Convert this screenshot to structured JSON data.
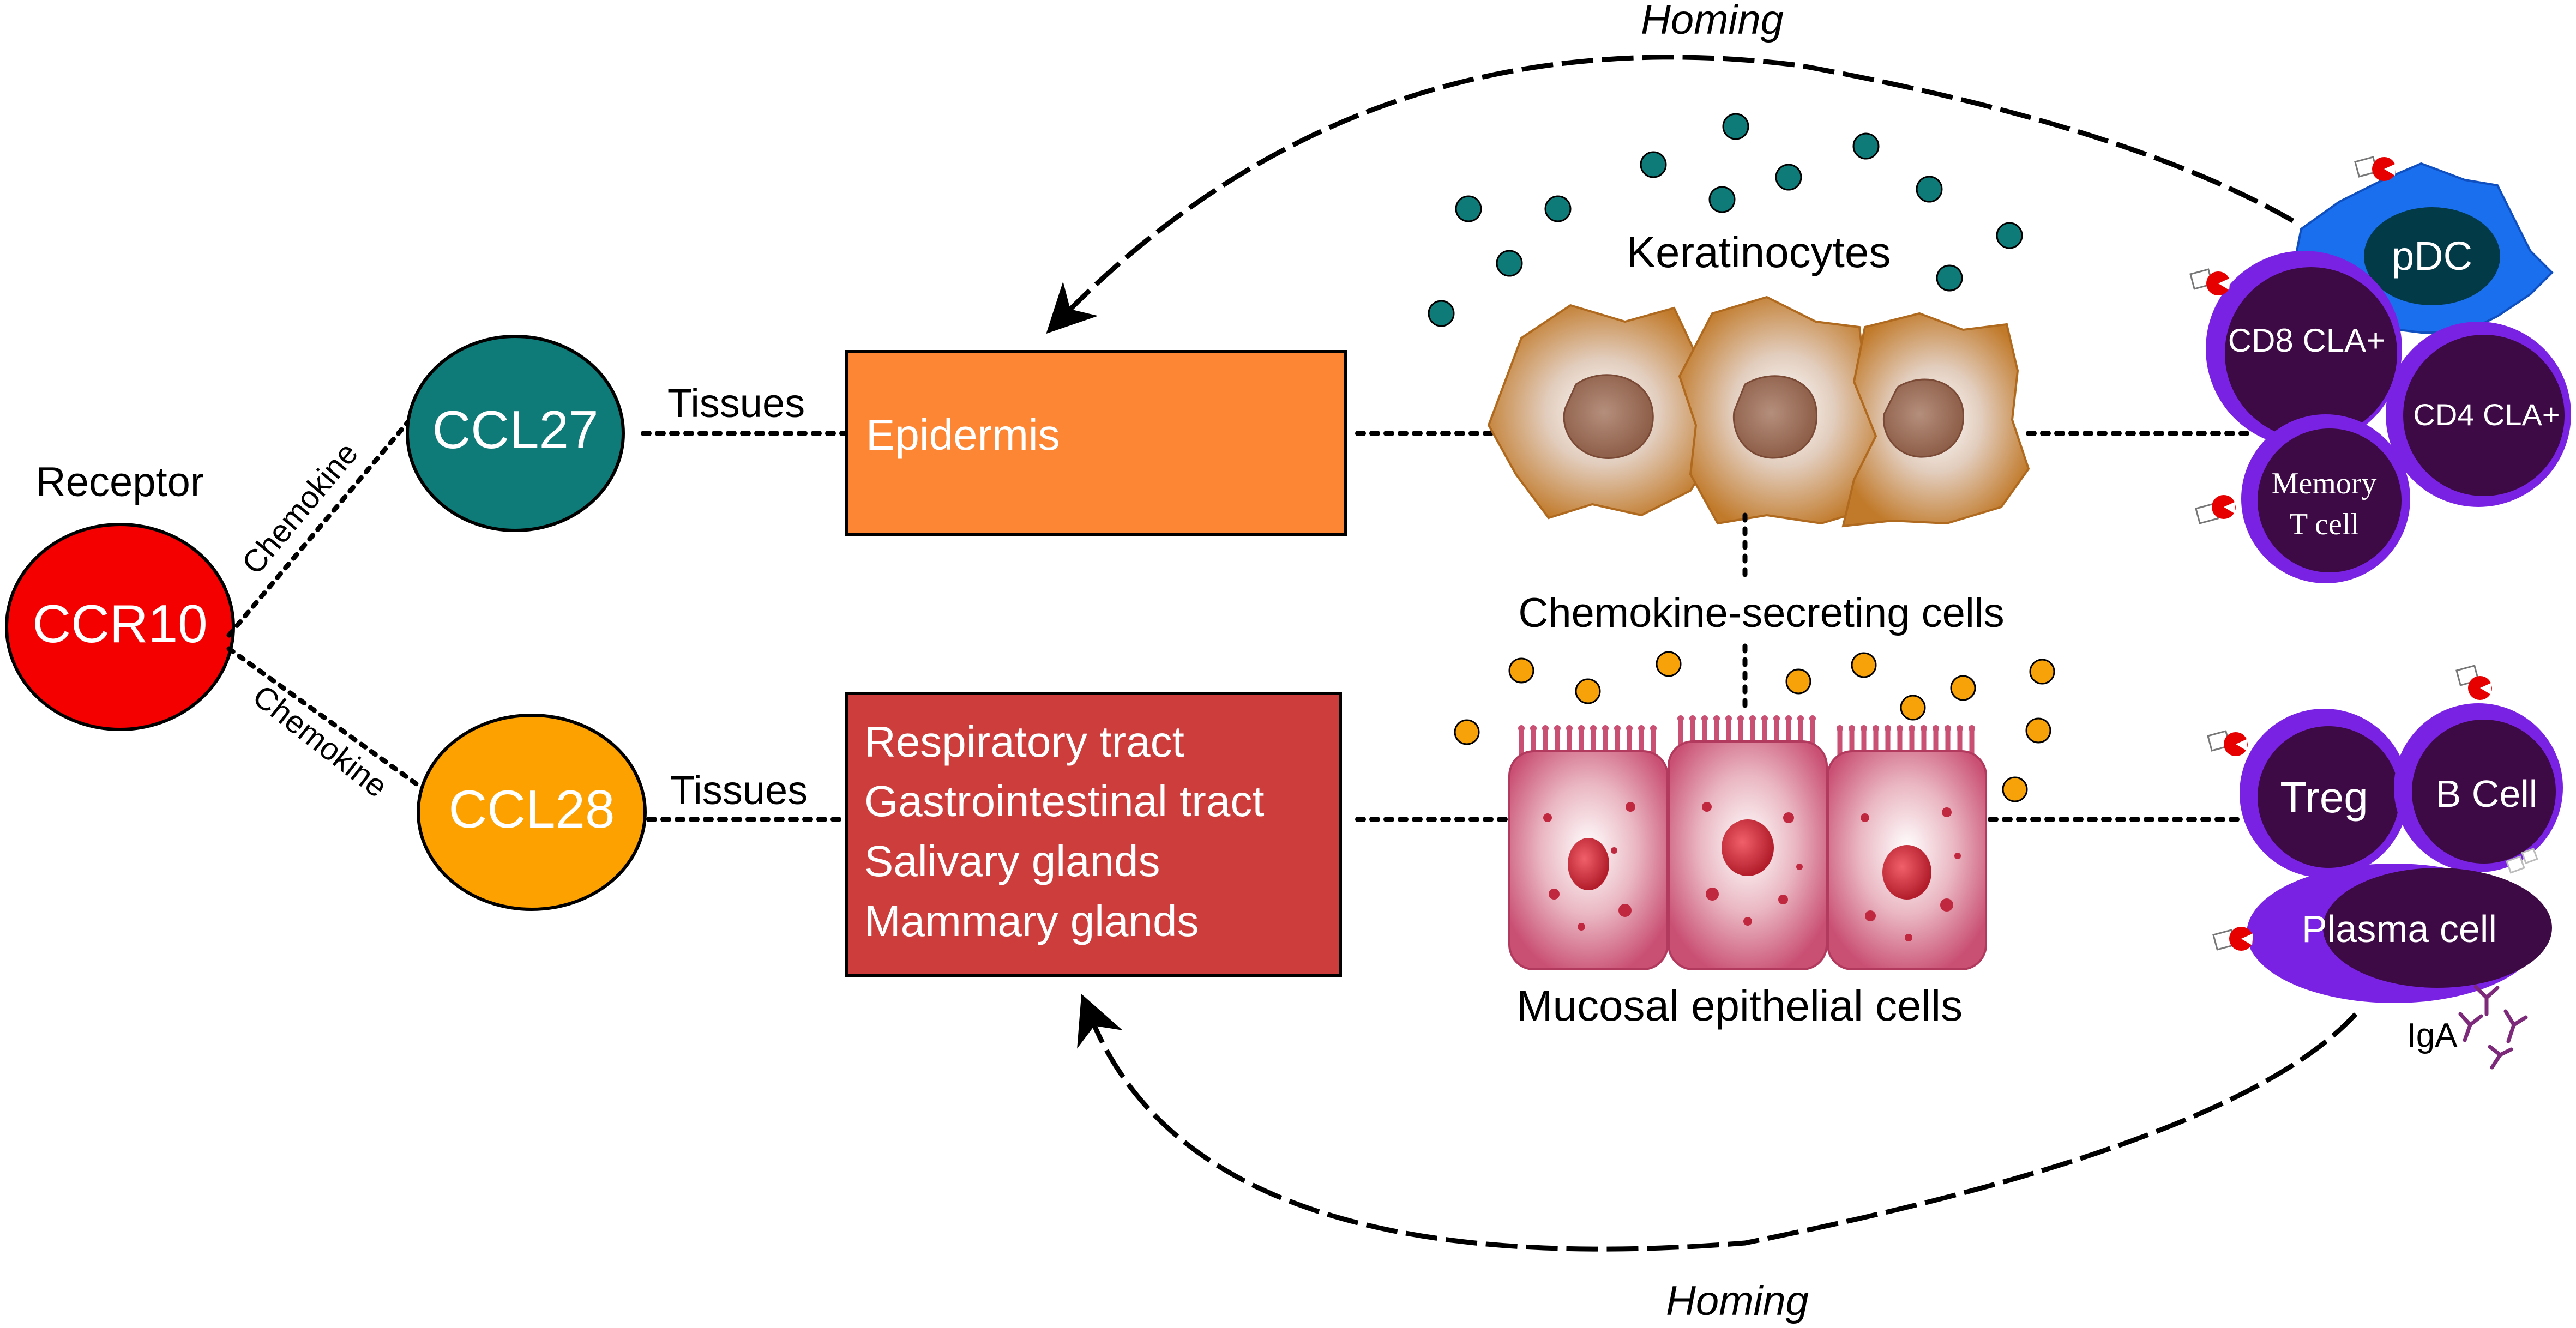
{
  "receptor": {
    "label": "Receptor",
    "name": "CCR10",
    "color": "#f40000"
  },
  "chemokine_link_label": "Chemokine",
  "tissues_link_label": "Tissues",
  "homing_label": "Homing",
  "ccl27": {
    "name": "CCL27",
    "color": "#0e7b78",
    "tissue": "Epidermis",
    "tissue_color": "#fd8634",
    "cells_label": "Keratinocytes",
    "particle_color": "#0e7b78"
  },
  "ccl28": {
    "name": "CCL28",
    "color": "#fda100",
    "tissues": [
      "Respiratory tract",
      "Gastrointestinal tract",
      "Salivary glands",
      "Mammary glands"
    ],
    "tissue_color": "#cd3d3c",
    "cells_label": "Mucosal epithelial cells",
    "particle_color": "#f8a20a"
  },
  "secreting_label": "Chemokine-secreting cells",
  "skin_immune_cells": {
    "pdc": "pDC",
    "cd8": "CD8 CLA+",
    "cd4": "CD4 CLA+",
    "memory_line1": "Memory",
    "memory_line2": "T cell",
    "pdc_color": "#1a6fef",
    "cell_color": "#3d0a45",
    "rim_color": "#7a22e4"
  },
  "mucosal_immune_cells": {
    "treg": "Treg",
    "bcell": "B Cell",
    "plasma": "Plasma cell",
    "iga": "IgA"
  }
}
